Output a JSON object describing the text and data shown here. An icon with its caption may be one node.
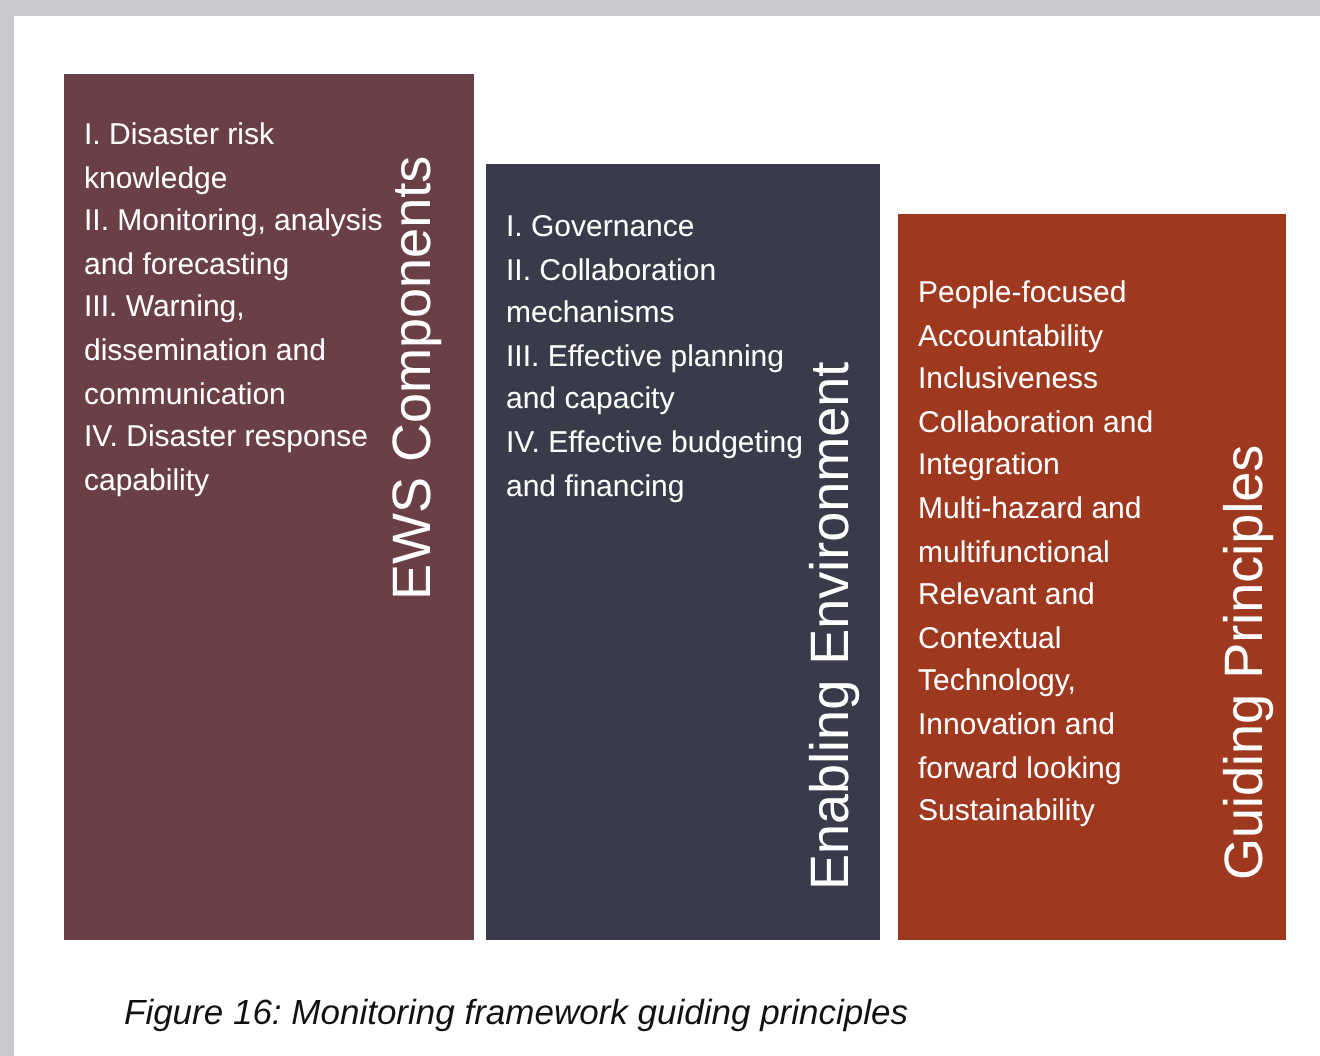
{
  "diagram": {
    "caption": "Figure 16: Monitoring framework guiding principles",
    "nodes": [
      {
        "text": [
          "EWS Components",
          "I. Disaster risk knowledge",
          "II. Monitoring, analysis and forecasting",
          "III. Warning, dissemination and communication",
          "IV. Disaster response capability"
        ]
      },
      {
        "text": [
          "Enabling Environment",
          "I. Governance",
          "II. Collaboration mechanisms",
          "III. Effective planning and capacity",
          "IV. Effective budgeting and financing"
        ]
      },
      {
        "text": [
          "Guiding Principles",
          "People-focused",
          "Accountability",
          "Inclusiveness",
          "Collaboration and Integration",
          "Multi-hazard and multifunctional",
          "Relevant and Contextual",
          "Technology, Innovation and forward looking",
          "Sustainability"
        ]
      }
    ]
  }
}
